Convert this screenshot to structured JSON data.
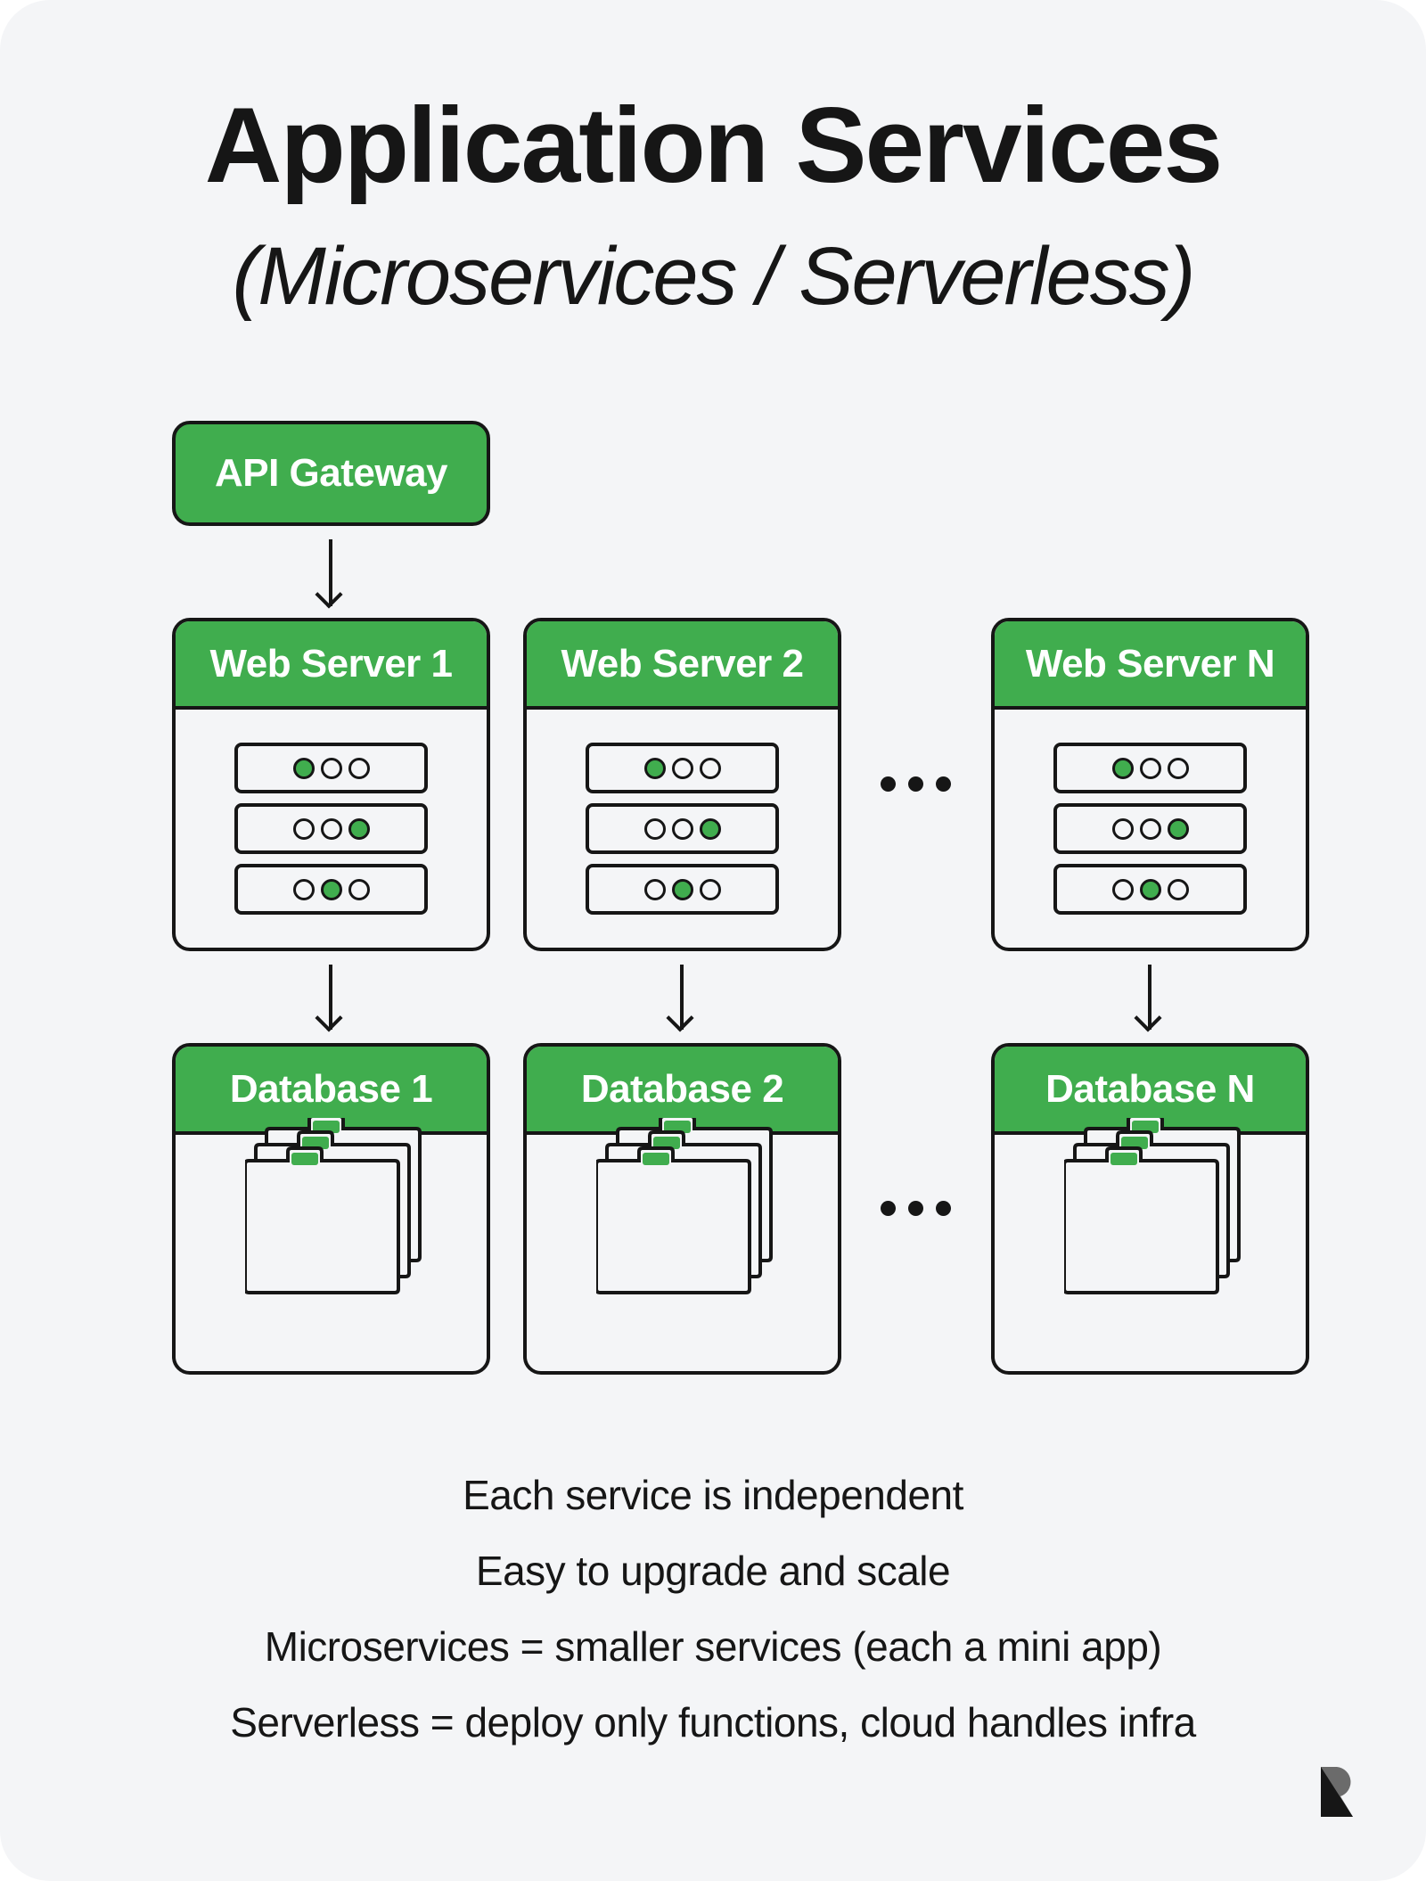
{
  "header": {
    "title": "Application Services",
    "subtitle": "(Microservices / Serverless)"
  },
  "diagram": {
    "gateway": {
      "label": "API Gateway"
    },
    "web_servers": [
      {
        "label": "Web Server 1",
        "units": [
          [
            1,
            0,
            0
          ],
          [
            0,
            0,
            1
          ],
          [
            0,
            1,
            0
          ]
        ]
      },
      {
        "label": "Web Server 2",
        "units": [
          [
            1,
            0,
            0
          ],
          [
            0,
            0,
            1
          ],
          [
            0,
            1,
            0
          ]
        ]
      },
      {
        "label": "Web Server N",
        "units": [
          [
            1,
            0,
            0
          ],
          [
            0,
            0,
            1
          ],
          [
            0,
            1,
            0
          ]
        ]
      }
    ],
    "databases": [
      {
        "label": "Database 1"
      },
      {
        "label": "Database 2"
      },
      {
        "label": "Database N"
      }
    ],
    "ellipsis_icon": "more-dots-icon",
    "server_icon": "server-rack-icon",
    "folder_icon": "folder-stack-icon"
  },
  "notes": [
    "Each service is independent",
    "Easy to upgrade and scale",
    "Microservices = smaller services (each a mini app)",
    "Serverless = deploy only functions, cloud handles infra"
  ],
  "brand": {
    "logo_icon": "r-logo-icon"
  },
  "colors": {
    "accent": "#40ad4e",
    "ink": "#161616",
    "background": "#f4f5f7"
  }
}
